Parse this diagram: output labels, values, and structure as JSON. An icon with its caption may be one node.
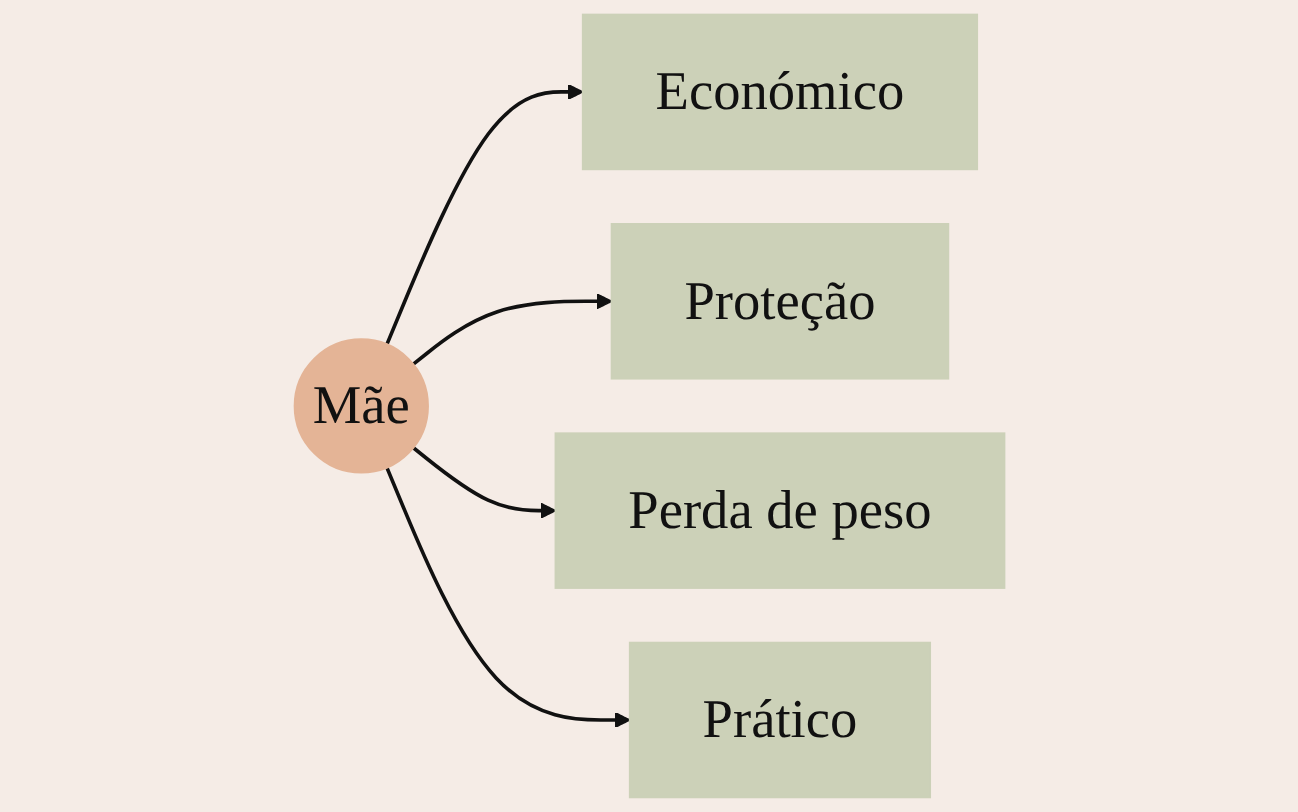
{
  "diagram": {
    "nodes": [
      {
        "text": [
          "Económico"
        ]
      },
      {
        "text": [
          "Proteção"
        ]
      },
      {
        "text": [
          "Mãe"
        ]
      },
      {
        "text": [
          "Perda de peso"
        ]
      },
      {
        "text": [
          "Prático"
        ]
      }
    ],
    "edges": [
      {
        "from": 2,
        "to": 0,
        "arrow": "to"
      },
      {
        "from": 2,
        "to": 1,
        "arrow": "to"
      },
      {
        "from": 2,
        "to": 3,
        "arrow": "to"
      },
      {
        "from": 2,
        "to": 4,
        "arrow": "to"
      }
    ]
  }
}
